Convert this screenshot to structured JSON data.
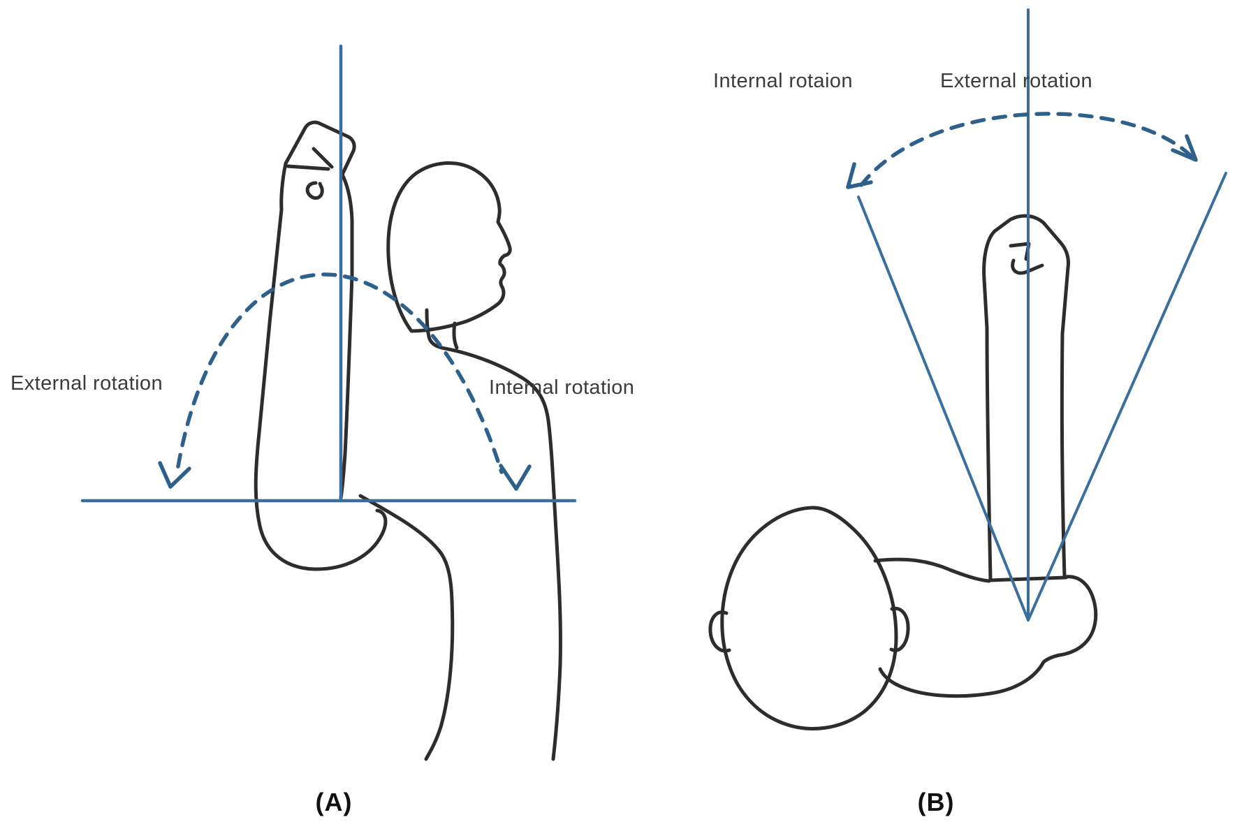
{
  "colors": {
    "background": "#ffffff",
    "figure_ink": "#2d2d2d",
    "line_blue": "#3a6e9e",
    "dash_blue": "#2e608c",
    "label_text": "#3b3b3b"
  },
  "panel_a": {
    "left_label": "External rotation",
    "right_label": "Internal rotation",
    "caption": "(A)"
  },
  "panel_b": {
    "left_label": "Internal rotaion",
    "right_label": "External rotation",
    "caption": "(B)"
  }
}
